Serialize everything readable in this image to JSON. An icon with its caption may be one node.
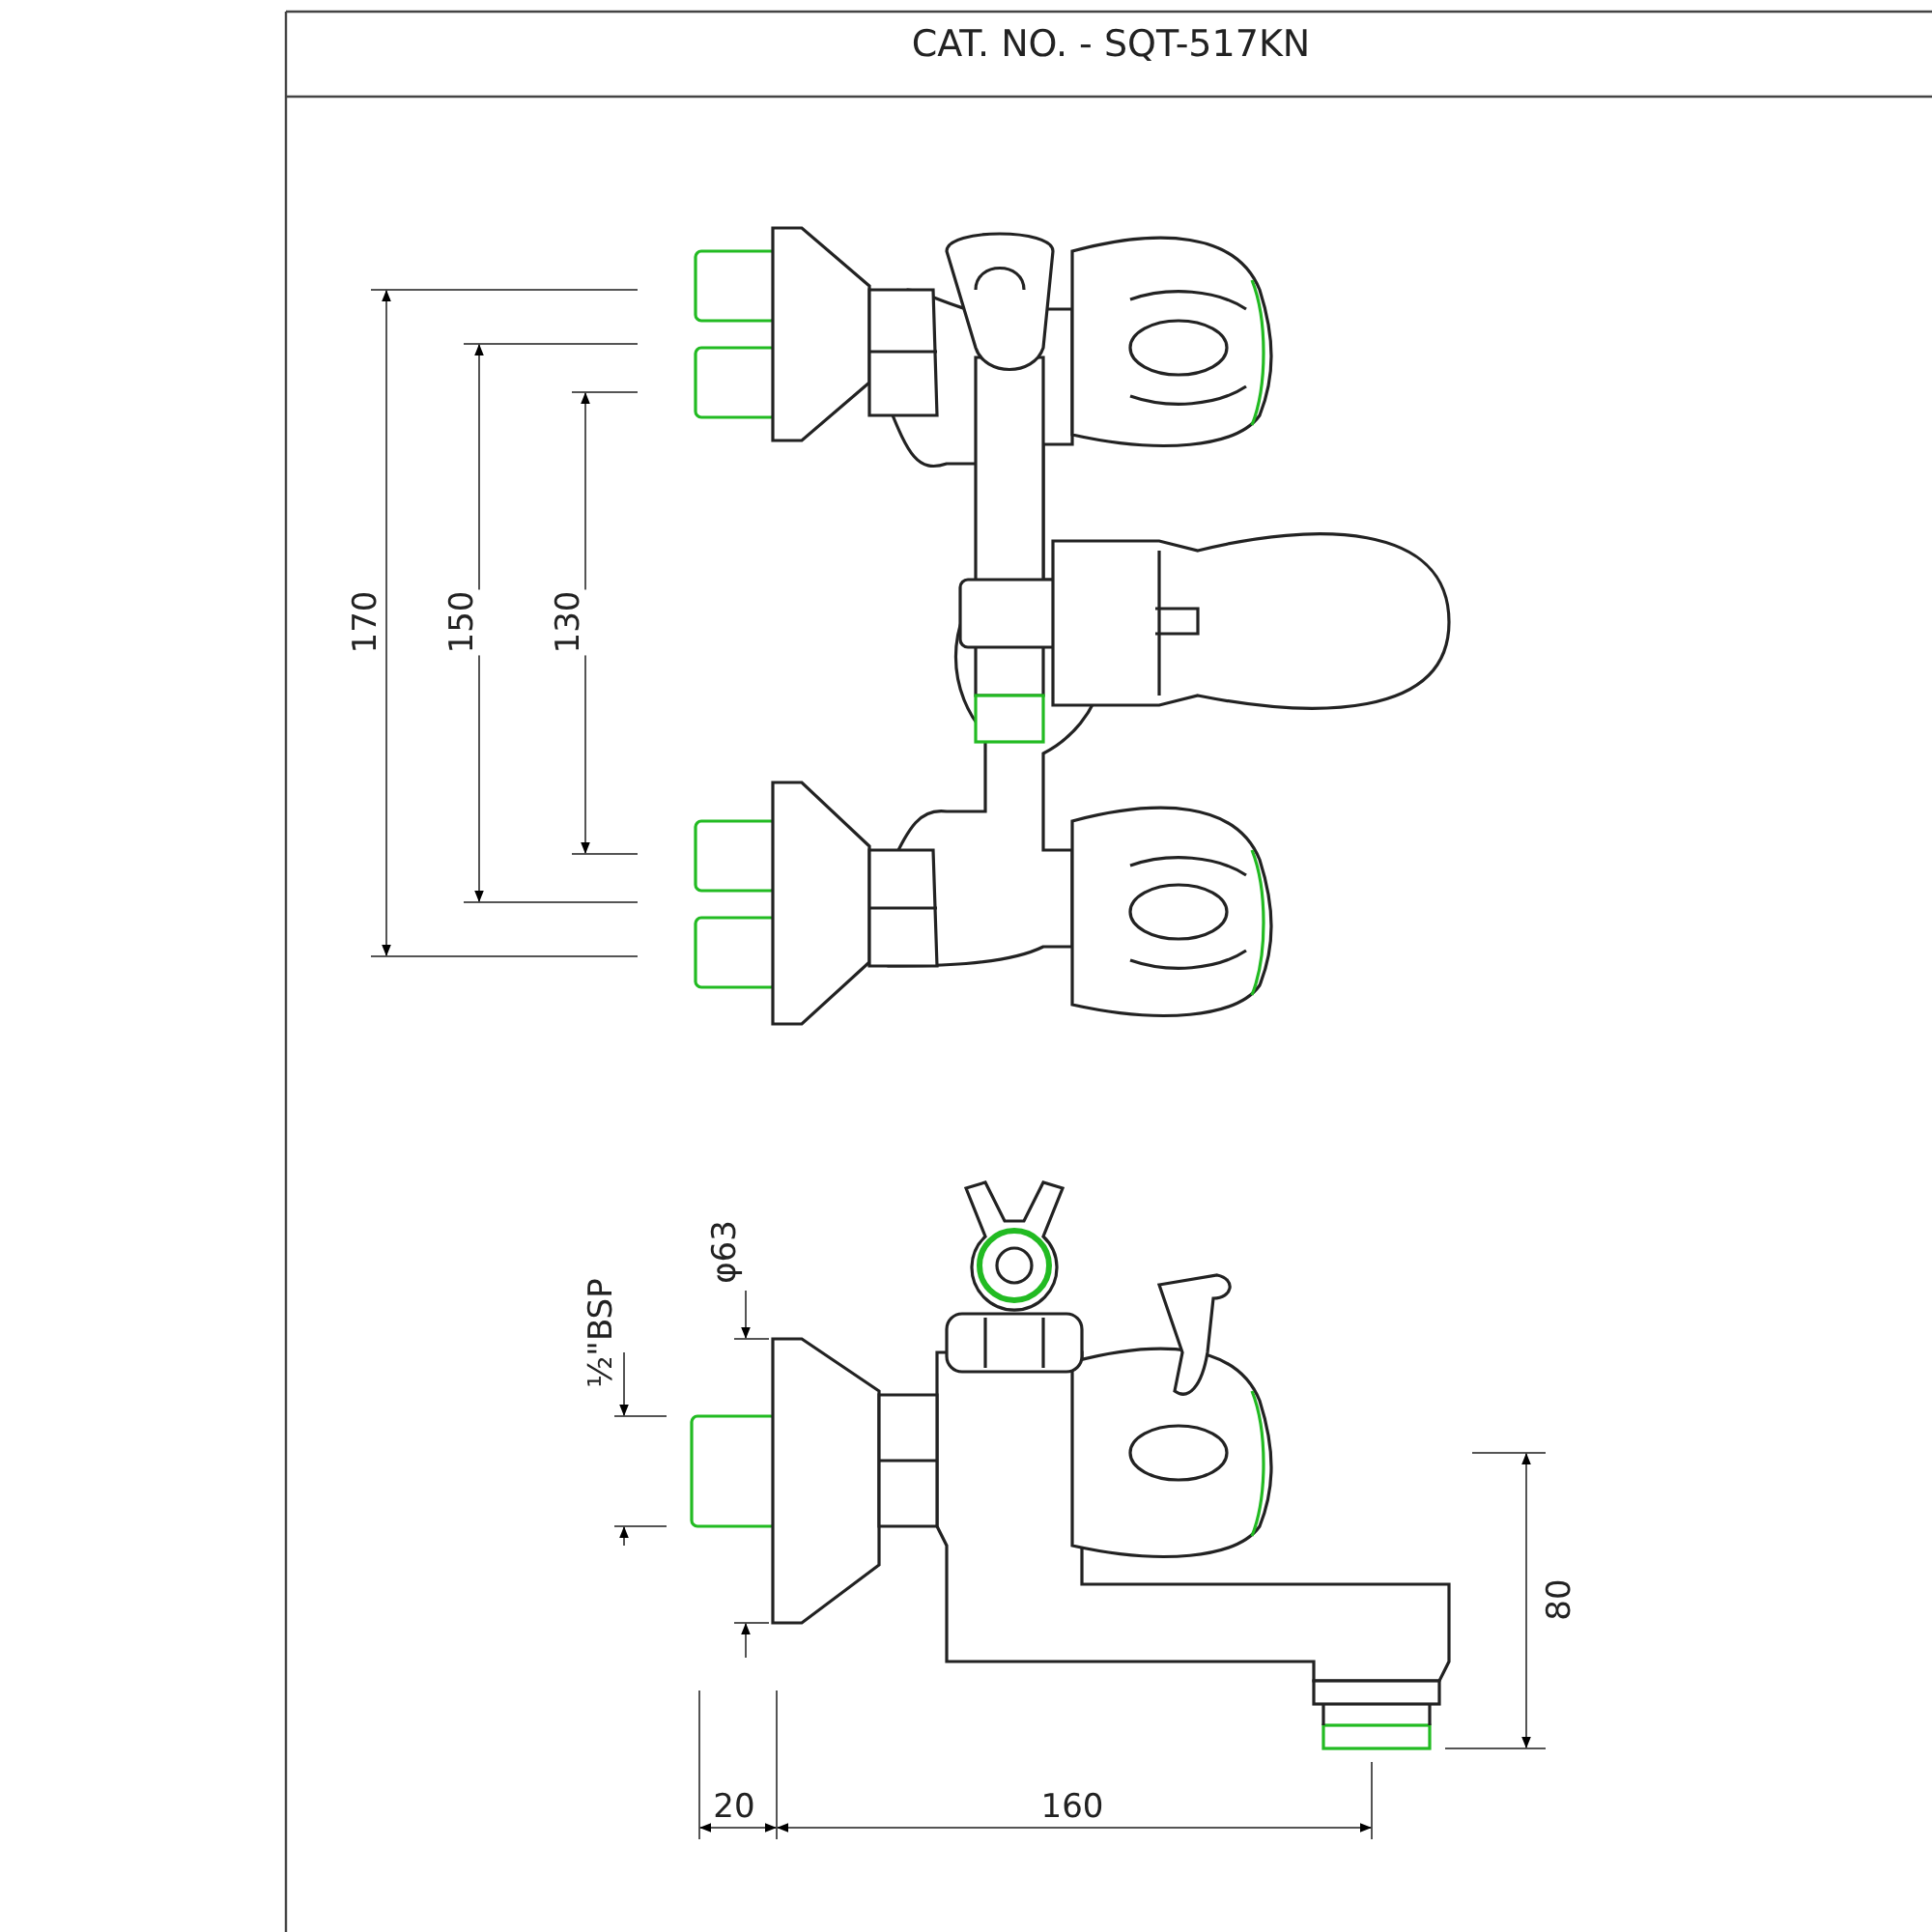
{
  "diagram": {
    "title": "CAT. NO. - SQT-517KN",
    "labels": [
      "170",
      "150",
      "130",
      "½\"BSP",
      "φ63",
      "80",
      "20",
      "160"
    ]
  }
}
